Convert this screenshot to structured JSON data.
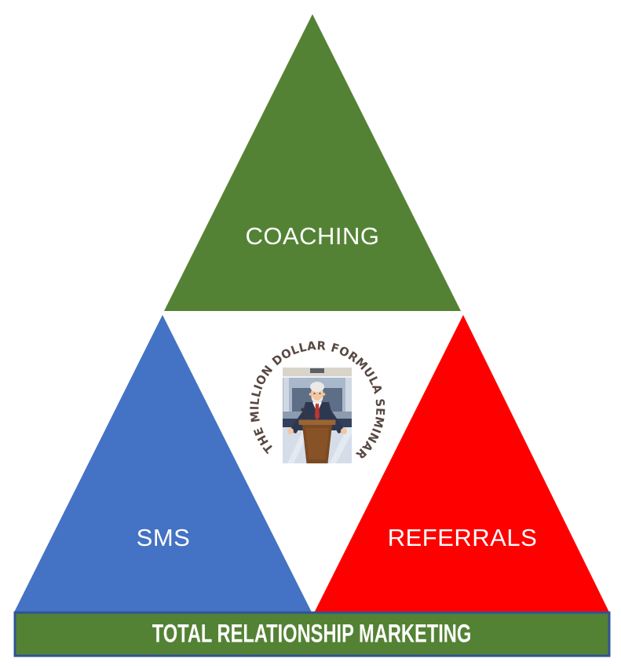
{
  "diagram": {
    "triangles": [
      {
        "id": "coaching",
        "label": "COACHING",
        "fill": "#548235",
        "label_color": "#ffffff"
      },
      {
        "id": "sms",
        "label": "SMS",
        "fill": "#4472C4",
        "label_color": "#ffffff"
      },
      {
        "id": "referrals",
        "label": "REFERRALS",
        "fill": "#FF0000",
        "label_color": "#ffffff"
      }
    ],
    "base_bar": {
      "label": "TOTAL RELATIONSHIP MARKETING",
      "fill": "#548235",
      "border_color": "#2F5496",
      "label_color": "#ffffff"
    },
    "center_logo": {
      "circular_text": "THE MILLION DOLLAR FORMULA SEMINAR",
      "ring_text_color": "#584842",
      "illustration": "elderly-speaker-at-podium",
      "illustration_colors": {
        "background": "#c2cdda",
        "suit": "#2d3850",
        "tie": "#c0342f",
        "skin": "#f2c7a0",
        "hair": "#ebe9e5",
        "podium": "#7a4a22",
        "podium_top": "#9b6434"
      }
    }
  }
}
